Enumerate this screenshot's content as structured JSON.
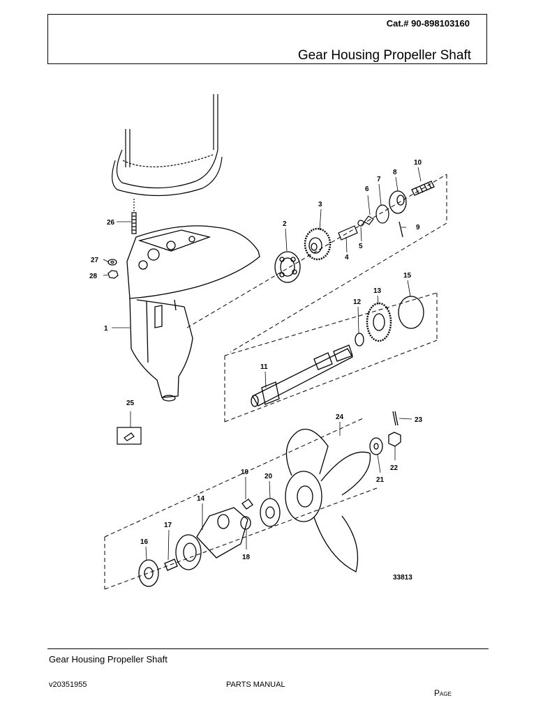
{
  "header": {
    "catalog_number": "Cat.# 90-898103160",
    "title": "Gear Housing Propeller Shaft"
  },
  "diagram": {
    "drawing_number": "33813",
    "callouts": [
      "1",
      "2",
      "3",
      "4",
      "5",
      "6",
      "7",
      "8",
      "9",
      "10",
      "11",
      "12",
      "13",
      "14",
      "15",
      "16",
      "17",
      "18",
      "19",
      "20",
      "21",
      "22",
      "23",
      "24",
      "25",
      "26",
      "27",
      "28"
    ]
  },
  "footer": {
    "section_title": "Gear Housing Propeller Shaft",
    "version": "v20351955",
    "manual": "PARTS MANUAL",
    "page_label": "Page"
  }
}
